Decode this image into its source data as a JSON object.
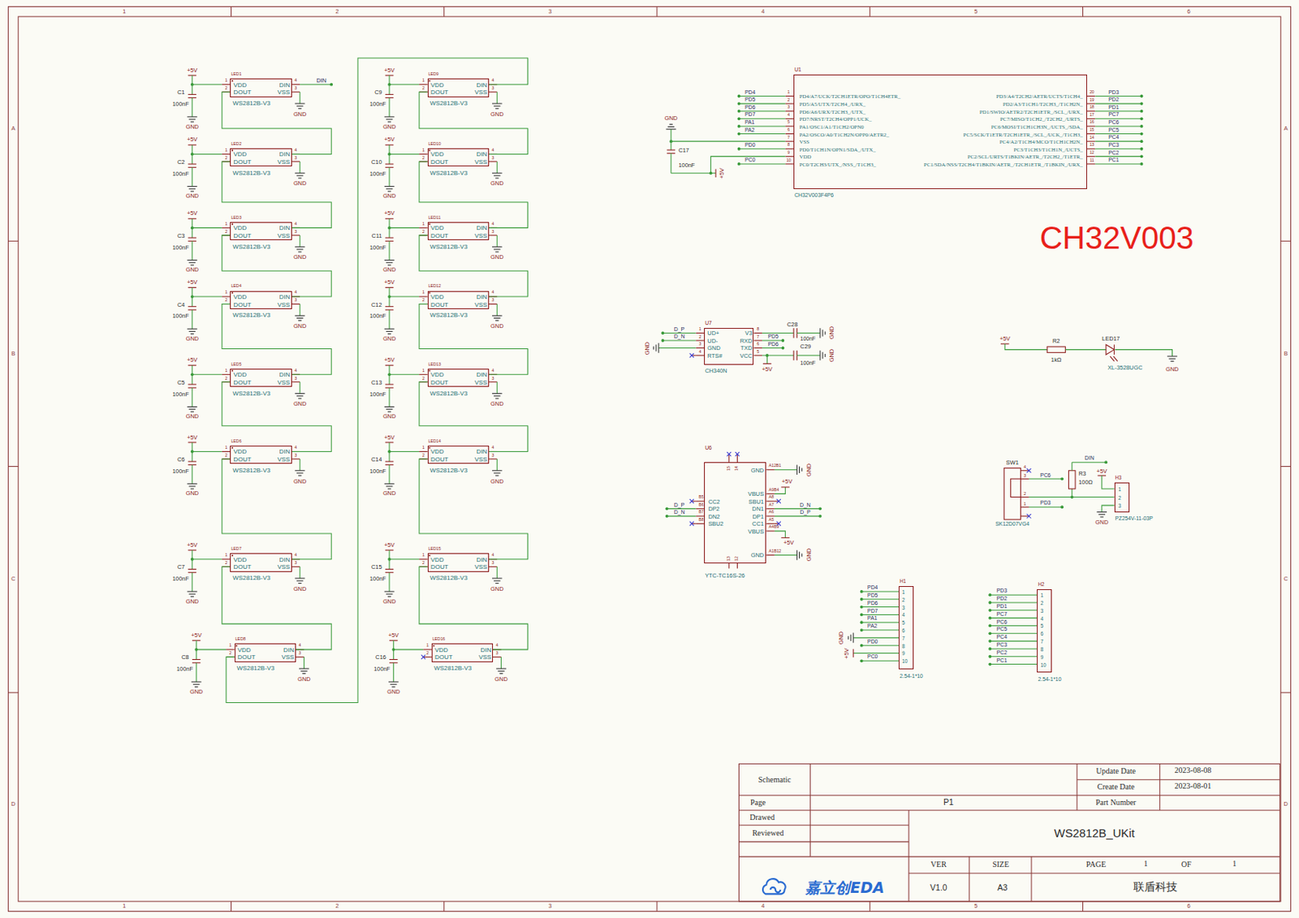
{
  "diagram": {
    "nodes": [
      {
        "text": [
          "LED1",
          "VDD",
          "DOUT",
          "DIN",
          "VSS",
          "WS2812B-V3"
        ]
      },
      {
        "text": [
          "LED2",
          "VDD",
          "DOUT",
          "DIN",
          "VSS",
          "WS2812B-V3"
        ]
      },
      {
        "text": [
          "LED3",
          "VDD",
          "DOUT",
          "DIN",
          "VSS",
          "WS2812B-V3"
        ]
      },
      {
        "text": [
          "LED4",
          "VDD",
          "DOUT",
          "DIN",
          "VSS",
          "WS2812B-V3"
        ]
      },
      {
        "text": [
          "LED5",
          "VDD",
          "DOUT",
          "DIN",
          "VSS",
          "WS2812B-V3"
        ]
      },
      {
        "text": [
          "LED6",
          "VDD",
          "DOUT",
          "DIN",
          "VSS",
          "WS2812B-V3"
        ]
      },
      {
        "text": [
          "LED7",
          "VDD",
          "DOUT",
          "DIN",
          "VSS",
          "WS2812B-V3"
        ]
      },
      {
        "text": [
          "LED8",
          "VDD",
          "DOUT",
          "DIN",
          "VSS",
          "WS2812B-V3"
        ]
      },
      {
        "text": [
          "LED9",
          "VDD",
          "DOUT",
          "DIN",
          "VSS",
          "WS2812B-V3"
        ]
      },
      {
        "text": [
          "LED10",
          "VDD",
          "DOUT",
          "DIN",
          "VSS",
          "WS2812B-V3"
        ]
      },
      {
        "text": [
          "LED11",
          "VDD",
          "DOUT",
          "DIN",
          "VSS",
          "WS2812B-V3"
        ]
      },
      {
        "text": [
          "LED12",
          "VDD",
          "DOUT",
          "DIN",
          "VSS",
          "WS2812B-V3"
        ]
      },
      {
        "text": [
          "LED13",
          "VDD",
          "DOUT",
          "DIN",
          "VSS",
          "WS2812B-V3"
        ]
      },
      {
        "text": [
          "LED14",
          "VDD",
          "DOUT",
          "DIN",
          "VSS",
          "WS2812B-V3"
        ]
      },
      {
        "text": [
          "LED15",
          "VDD",
          "DOUT",
          "DIN",
          "VSS",
          "WS2812B-V3"
        ]
      },
      {
        "text": [
          "LED16",
          "VDD",
          "DOUT",
          "DIN",
          "VSS",
          "WS2812B-V3"
        ]
      },
      {
        "text": [
          "U1",
          "PD4/A7/UCK/T2CH1ETR/OPO/T1CH4ETR_",
          "PD5/A5/UTX/T2CH4_/URX_",
          "PD6/A6/URX/T2CH3_/UTX_",
          "PD7/NRST/T2CH4/OPP1/UCK_",
          "PA1/OSC1/A1/T1CH2/OPN0",
          "PA2/OSCO/A0/T1CH2N/OPP0/AETR2_",
          "VSS",
          "PD0/T1CH1N/OPN1/SDA_/UTX_",
          "VDD",
          "PC0/T2CH3/UTX_/NSS_/T1CH3_",
          "PD3/A4/T2CH2/AETR/UCTS/T1CH4_",
          "PD2/A3/T1CH1/T2CH3_/T1CH2N_",
          "PD1/SWIO/AETR2/T2CH1ETR_/SCL_/URX_",
          "PC7/MISO/T1CH2_/T2CH2_/URTS_",
          "PC6/MOSI/T1CH1CH3N_/UCTS_/SDA_",
          "PC5/SCK/T1ETR/T2CH1ETR_/SCL_/UCK_/T1CH3_",
          "PC4/A2/T1CH4/MCO/T1CH1CH2N_",
          "PC3/T1CH3/T1CH1N_/UCTS_",
          "PC2/SCL/URTS/T1BKIN/AETR_/T2CH2_/T1ETR_",
          "PC1/SDA/NSS/T2CH4/T1BKIN/AETR_/T2CH1ETR_/T1BKIN_/URX_",
          "CH32V003F4P6"
        ]
      },
      {
        "text": [
          "U7",
          "UD+",
          "UD-",
          "GND",
          "RTS#",
          "V3",
          "RXD",
          "TXD",
          "VCC",
          "CH340N"
        ]
      },
      {
        "text": [
          "U6",
          "GND",
          "VBUS",
          "SBU1",
          "DN1",
          "DP1",
          "CC1",
          "VBUS",
          "GND",
          "CC2",
          "DP2",
          "DN2",
          "SBU2",
          "YTC-TC16S-26"
        ]
      },
      {
        "text": [
          "H3",
          "1",
          "2",
          "3",
          "PZ254V-11-03P"
        ]
      },
      {
        "text": [
          "H1",
          "1",
          "2",
          "3",
          "4",
          "5",
          "6",
          "7",
          "8",
          "9",
          "10",
          "2.54-1*10"
        ]
      },
      {
        "text": [
          "H2",
          "1",
          "2",
          "3",
          "4",
          "5",
          "6",
          "7",
          "8",
          "9",
          "10",
          "2.54-1*10"
        ]
      }
    ],
    "edges": [
      {
        "from": 0,
        "to": 1,
        "arrow": "none"
      },
      {
        "from": 1,
        "to": 2,
        "arrow": "none"
      },
      {
        "from": 2,
        "to": 3,
        "arrow": "none"
      },
      {
        "from": 3,
        "to": 4,
        "arrow": "none"
      },
      {
        "from": 4,
        "to": 5,
        "arrow": "none"
      },
      {
        "from": 5,
        "to": 6,
        "arrow": "none"
      },
      {
        "from": 6,
        "to": 7,
        "arrow": "none"
      },
      {
        "from": 7,
        "to": 8,
        "arrow": "none"
      },
      {
        "from": 8,
        "to": 9,
        "arrow": "none"
      },
      {
        "from": 9,
        "to": 10,
        "arrow": "none"
      },
      {
        "from": 10,
        "to": 11,
        "arrow": "none"
      },
      {
        "from": 11,
        "to": 12,
        "arrow": "none"
      },
      {
        "from": 12,
        "to": 13,
        "arrow": "none"
      },
      {
        "from": 13,
        "to": 14,
        "arrow": "none"
      },
      {
        "from": 14,
        "to": 15,
        "arrow": "none"
      }
    ],
    "labels": [
      "1",
      "2",
      "3",
      "4",
      "5",
      "6",
      "1",
      "2",
      "3",
      "4",
      "5",
      "6",
      "A",
      "B",
      "C",
      "D",
      "A",
      "B",
      "C",
      "D",
      "+5V",
      "C1",
      "100nF",
      "GND",
      "1",
      "2",
      "4",
      "3",
      "GND",
      "+5V",
      "C2",
      "100nF",
      "GND",
      "1",
      "2",
      "4",
      "3",
      "GND",
      "+5V",
      "C3",
      "100nF",
      "GND",
      "1",
      "2",
      "4",
      "3",
      "GND",
      "+5V",
      "C4",
      "100nF",
      "GND",
      "1",
      "2",
      "4",
      "3",
      "GND",
      "+5V",
      "C5",
      "100nF",
      "GND",
      "1",
      "2",
      "4",
      "3",
      "GND",
      "+5V",
      "C6",
      "100nF",
      "GND",
      "1",
      "2",
      "4",
      "3",
      "GND",
      "+5V",
      "C7",
      "100nF",
      "GND",
      "1",
      "2",
      "4",
      "3",
      "GND",
      "+5V",
      "C8",
      "100nF",
      "GND",
      "1",
      "2",
      "4",
      "3",
      "GND",
      "+5V",
      "C9",
      "100nF",
      "GND",
      "1",
      "2",
      "4",
      "3",
      "GND",
      "+5V",
      "C10",
      "100nF",
      "GND",
      "1",
      "2",
      "4",
      "3",
      "GND",
      "+5V",
      "C11",
      "100nF",
      "GND",
      "1",
      "2",
      "4",
      "3",
      "GND",
      "+5V",
      "C12",
      "100nF",
      "GND",
      "1",
      "2",
      "4",
      "3",
      "GND",
      "+5V",
      "C13",
      "100nF",
      "GND",
      "1",
      "2",
      "4",
      "3",
      "GND",
      "+5V",
      "C14",
      "100nF",
      "GND",
      "1",
      "2",
      "4",
      "3",
      "GND",
      "+5V",
      "C15",
      "100nF",
      "GND",
      "1",
      "2",
      "4",
      "3",
      "GND",
      "+5V",
      "C16",
      "100nF",
      "GND",
      "1",
      "2",
      "4",
      "3",
      "GND",
      "DIN",
      "1",
      "2",
      "3",
      "4",
      "5",
      "6",
      "7",
      "8",
      "9",
      "10",
      "20",
      "19",
      "18",
      "17",
      "16",
      "15",
      "14",
      "13",
      "12",
      "11",
      "PD4",
      "PD5",
      "PD6",
      "PD7",
      "PA1",
      "PA2",
      "PD0",
      "PC0",
      "PD3",
      "PD2",
      "PD1",
      "PC7",
      "PC6",
      "PC5",
      "PC4",
      "PC3",
      "PC2",
      "PC1",
      "GND",
      "C17",
      "100nF",
      "+5V",
      "CH32V003",
      "1",
      "2",
      "3",
      "4",
      "8",
      "7",
      "6",
      "5",
      "D_P",
      "D_N",
      "GND",
      "PD5",
      "PD6",
      "C28",
      "100nF",
      "C29",
      "100nF",
      "GND",
      "GND",
      "+5V",
      "15",
      "14",
      "13",
      "12",
      "A12B1",
      "A9B4",
      "A8",
      "A7",
      "A6",
      "A5",
      "A4B9",
      "A1B12",
      "B5",
      "B6",
      "B7",
      "B8",
      "D_P",
      "D_N",
      "D_N",
      "D_P",
      "+5V",
      "+5V",
      "GND",
      "GND",
      "+5V",
      "R2",
      "1kΩ",
      "LED17",
      "XL-3528UGC",
      "GND",
      "SW1",
      "4",
      "3",
      "2",
      "1",
      "PC6",
      "PD3",
      "SK12D07VG4",
      "DIN",
      "R3",
      "100Ω",
      "+5V",
      "GND",
      "PD4",
      "PD5",
      "PD6",
      "PD7",
      "PA1",
      "PA2",
      "GND",
      "PD0",
      "+5V",
      "PC0",
      "PD3",
      "PD2",
      "PD1",
      "PC7",
      "PC6",
      "PC5",
      "PC4",
      "PC3",
      "PC2",
      "PC1",
      "Schematic",
      "Update Date",
      "2023-08-08",
      "Create Date",
      "2023-08-01",
      "Page",
      "P1",
      "Part Number",
      "Drawed",
      "WS2812B_UKit",
      "Reviewed",
      "VER",
      "SIZE",
      "PAGE",
      "1",
      "OF",
      "1",
      "嘉立创EDA",
      "V1.0",
      "A3",
      "联盾科技"
    ]
  }
}
